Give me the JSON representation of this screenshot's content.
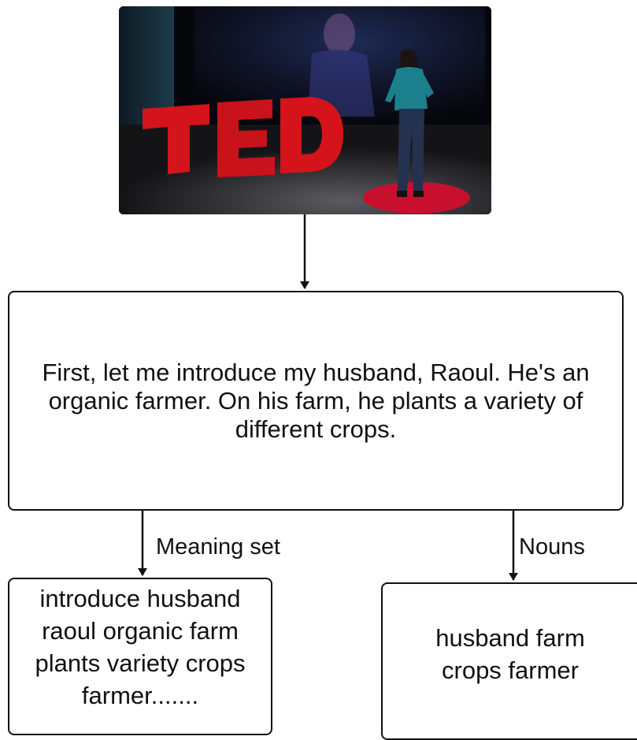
{
  "photo": {
    "stage_logo_text": "TED",
    "accent_color": "#d4141a"
  },
  "transcript": {
    "text": "First, let me introduce my husband, Raoul. He's an\norganic farmer. On his farm, he plants a variety of\ndifferent crops."
  },
  "edges": {
    "meaning_label": "Meaning set",
    "nouns_label": "Nouns"
  },
  "meaning_set": {
    "text": "introduce  husband\nraoul organic  farm\nplants variety  crops\nfarmer......."
  },
  "nouns": {
    "text": "husband   farm\ncrops  farmer"
  }
}
